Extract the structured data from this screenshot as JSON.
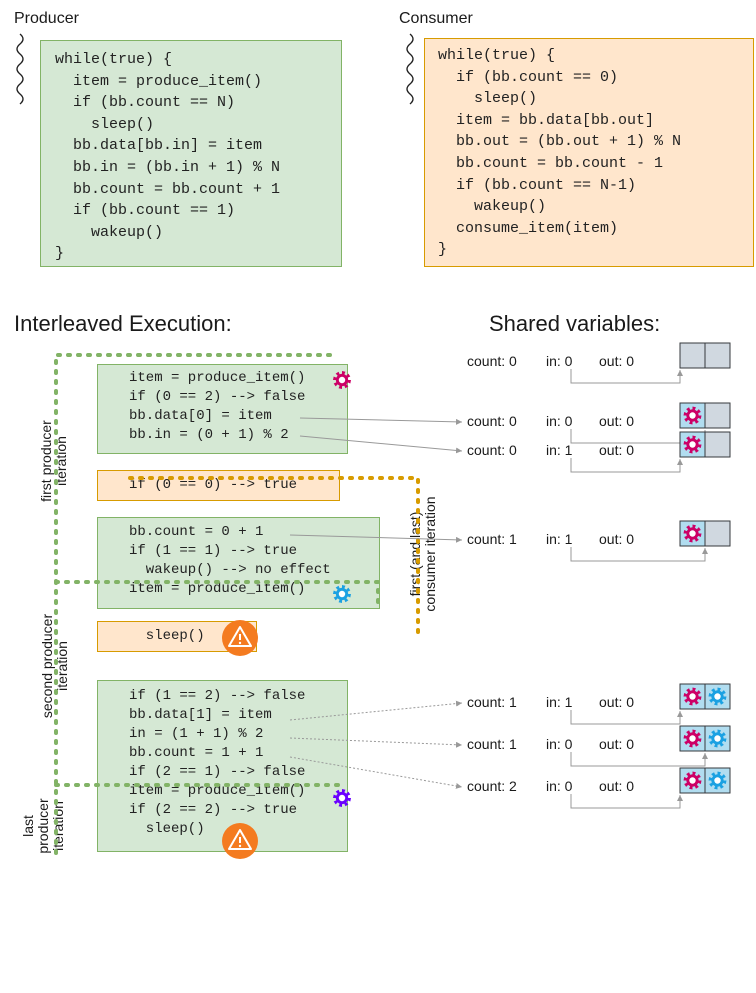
{
  "producer": {
    "title": "Producer",
    "code": "while(true) {\n  item = produce_item()\n  if (bb.count == N)\n    sleep()\n  bb.data[bb.in] = item\n  bb.in = (bb.in + 1) % N\n  bb.count = bb.count + 1\n  if (bb.count == 1)\n    wakeup()\n}"
  },
  "consumer": {
    "title": "Consumer",
    "code": "while(true) {\n  if (bb.count == 0)\n    sleep()\n  item = bb.data[bb.out]\n  bb.out = (bb.out + 1) % N\n  bb.count = bb.count - 1\n  if (bb.count == N-1)\n    wakeup()\n  consume_item(item)\n}"
  },
  "interleaved_title": "Interleaved Execution:",
  "shared_title": "Shared variables:",
  "blocks": {
    "p1": "item = produce_item()\nif (0 == 2) --> false\nbb.data[0] = item\nbb.in = (0 + 1) % 2",
    "c1": "if (0 == 0) --> true",
    "p2": "bb.count = 0 + 1\nif (1 == 1) --> true\n  wakeup() --> no effect\nitem = produce_item()",
    "c2": "  sleep()",
    "p3": "if (1 == 2) --> false\nbb.data[1] = item\nin = (1 + 1) % 2\nbb.count = 1 + 1\nif (2 == 1) --> false\nitem = produce_item()\nif (2 == 2) --> true\n  sleep()"
  },
  "labels": {
    "first_producer": "first producer\niteration",
    "second_producer": "second producer\niteration",
    "last_producer": "last\nproducer\niteration",
    "consumer_iter": "first (and last)\nconsumer iteration"
  },
  "states": [
    {
      "count": "count: 0",
      "in": "in: 0",
      "out": "out: 0",
      "slots": [
        "",
        ""
      ]
    },
    {
      "count": "count: 0",
      "in": "in: 0",
      "out": "out: 0",
      "slots": [
        "magenta",
        ""
      ]
    },
    {
      "count": "count: 0",
      "in": "in: 1",
      "out": "out: 0",
      "slots": [
        "magenta",
        ""
      ]
    },
    {
      "count": "count: 1",
      "in": "in: 1",
      "out": "out: 0",
      "slots": [
        "magenta",
        ""
      ]
    },
    {
      "count": "count: 1",
      "in": "in: 1",
      "out": "out: 0",
      "slots": [
        "magenta",
        "blue"
      ]
    },
    {
      "count": "count: 1",
      "in": "in: 0",
      "out": "out: 0",
      "slots": [
        "magenta",
        "blue"
      ]
    },
    {
      "count": "count: 2",
      "in": "in: 0",
      "out": "out: 0",
      "slots": [
        "magenta",
        "blue"
      ]
    }
  ],
  "colors": {
    "producer_fill": "#d5e8d4",
    "producer_stroke": "#82b366",
    "consumer_fill": "#ffe6cc",
    "consumer_stroke": "#d79b00",
    "gear_magenta": "#cc0066",
    "gear_blue": "#1ba1e2",
    "gear_purple": "#6a00ff",
    "warning": "#f47b20",
    "slot_empty": "#d0d8e0",
    "slot_filled": "#b1ddf0"
  }
}
